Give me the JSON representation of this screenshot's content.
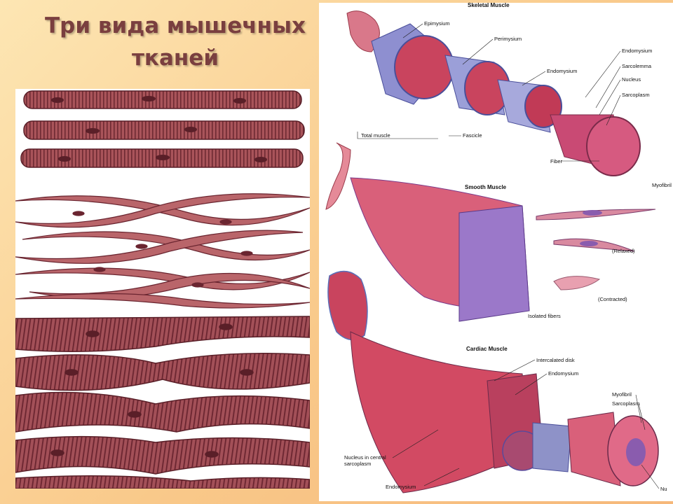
{
  "title": {
    "line1": "Три вида мышечных",
    "line2": "тканей"
  },
  "panels": {
    "left": {
      "striated": "skeletal-fibers-illustration",
      "smooth": "smooth-fibers-illustration",
      "cardiac": "cardiac-fibers-illustration"
    }
  },
  "skeletal": {
    "header": "Skeletal Muscle",
    "labels": {
      "epimysium": "Epimysium",
      "perimysium": "Perimysium",
      "endomysium_mid": "Endomysium",
      "endomysium_right": "Endomysium",
      "sarcolemma": "Sarcolemma",
      "nucleus": "Nucleus",
      "sarcoplasm": "Sarcoplasm",
      "total_muscle": "Total muscle",
      "fascicle": "Fascicle",
      "fiber": "Fiber",
      "myofibril": "Myofibril"
    }
  },
  "smooth": {
    "header": "Smooth Muscle",
    "labels": {
      "relaxed": "(Relaxed)",
      "contracted": "(Contracted)",
      "isolated": "Isolated fibers"
    }
  },
  "cardiac": {
    "header": "Cardiac Muscle",
    "labels": {
      "intercalated": "Intercalated disk",
      "endomysium_top": "Endomysium",
      "myofibril": "Myofibril",
      "sarcoplasm": "Sarcoplasm",
      "nucleus_central_1": "Nucleus in central",
      "nucleus_central_2": "sarcoplasm",
      "endomysium_bottom": "Endomysium",
      "nucleus_cut": "Nu"
    }
  },
  "colors": {
    "title": "#7a3f3f",
    "fiber_fill": "#a9545a",
    "fiber_stripe": "#6e2a33",
    "smooth_fill": "#b9656a",
    "illus_pink": "#d9607a",
    "illus_purple": "#8a5cae",
    "illus_blue": "#5a6fb8"
  }
}
